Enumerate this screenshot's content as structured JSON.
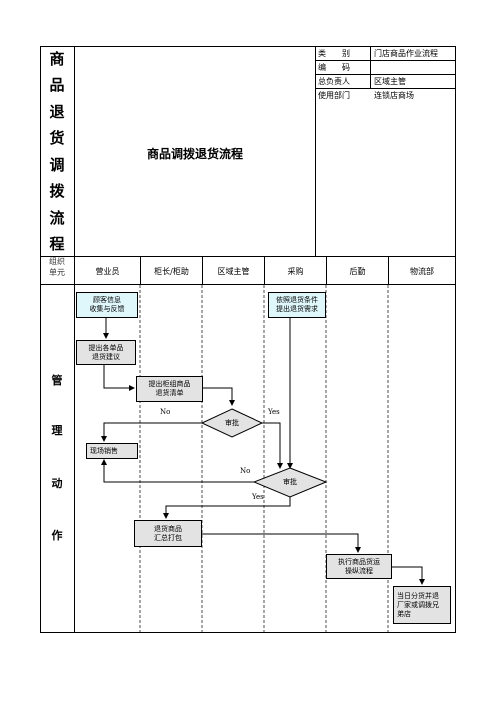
{
  "vertical_title": [
    "商",
    "品",
    "退",
    "货",
    "调",
    "拨",
    "流",
    "程"
  ],
  "title": "商品调拨退货流程",
  "meta": {
    "rows": [
      {
        "k": "类　　别",
        "v": "门店商品作业流程"
      },
      {
        "k": "编　　码",
        "v": ""
      },
      {
        "k": "总负责人",
        "v": "区域主管"
      },
      {
        "k": "使用部门",
        "v": "连锁店商场"
      }
    ]
  },
  "unit_label": [
    "组织",
    "单元"
  ],
  "columns": [
    "营业员",
    "柜长/柜助",
    "区域主管",
    "采购",
    "后勤",
    "物流部"
  ],
  "lane_label": [
    "管",
    "理",
    "动",
    "作"
  ],
  "boxes": {
    "customer_info": [
      "顾客信息",
      "收集与反馈"
    ],
    "propose_return": [
      "提出各单品",
      "退货建议"
    ],
    "counter_list": [
      "提出柜组商品",
      "退货清单"
    ],
    "on_site_sale": "现场销售",
    "return_conditions": [
      "依照退货条件",
      "提出退货需求"
    ],
    "pack_goods": [
      "退货商品",
      "汇总打包"
    ],
    "ship_process": [
      "执行商品货运",
      "操纵流程"
    ],
    "daily_dispatch": [
      "当日分货并退",
      "厂家或调拨兄",
      "弟店"
    ]
  },
  "decisions": {
    "review1": "审批",
    "review2": "审批"
  },
  "labels": {
    "no1": "No",
    "yes1": "Yes",
    "no2": "No",
    "yes2": "Yes"
  }
}
